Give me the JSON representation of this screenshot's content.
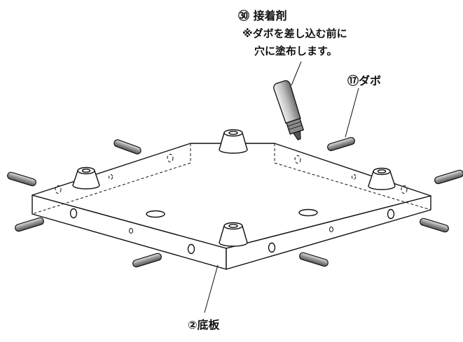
{
  "labels": {
    "adhesive_title": "㉚ 接着剤",
    "adhesive_note_line1": "※ダボを差し込む前に",
    "adhesive_note_line2": "穴に塗布します。",
    "dowel": "⑰ダボ",
    "base_plate": "②底板"
  },
  "colors": {
    "line": "#111111",
    "dowel_dark": "#555555",
    "dowel_mid": "#9a9a9a",
    "dowel_light": "#e6e6e6",
    "background": "#ffffff"
  }
}
